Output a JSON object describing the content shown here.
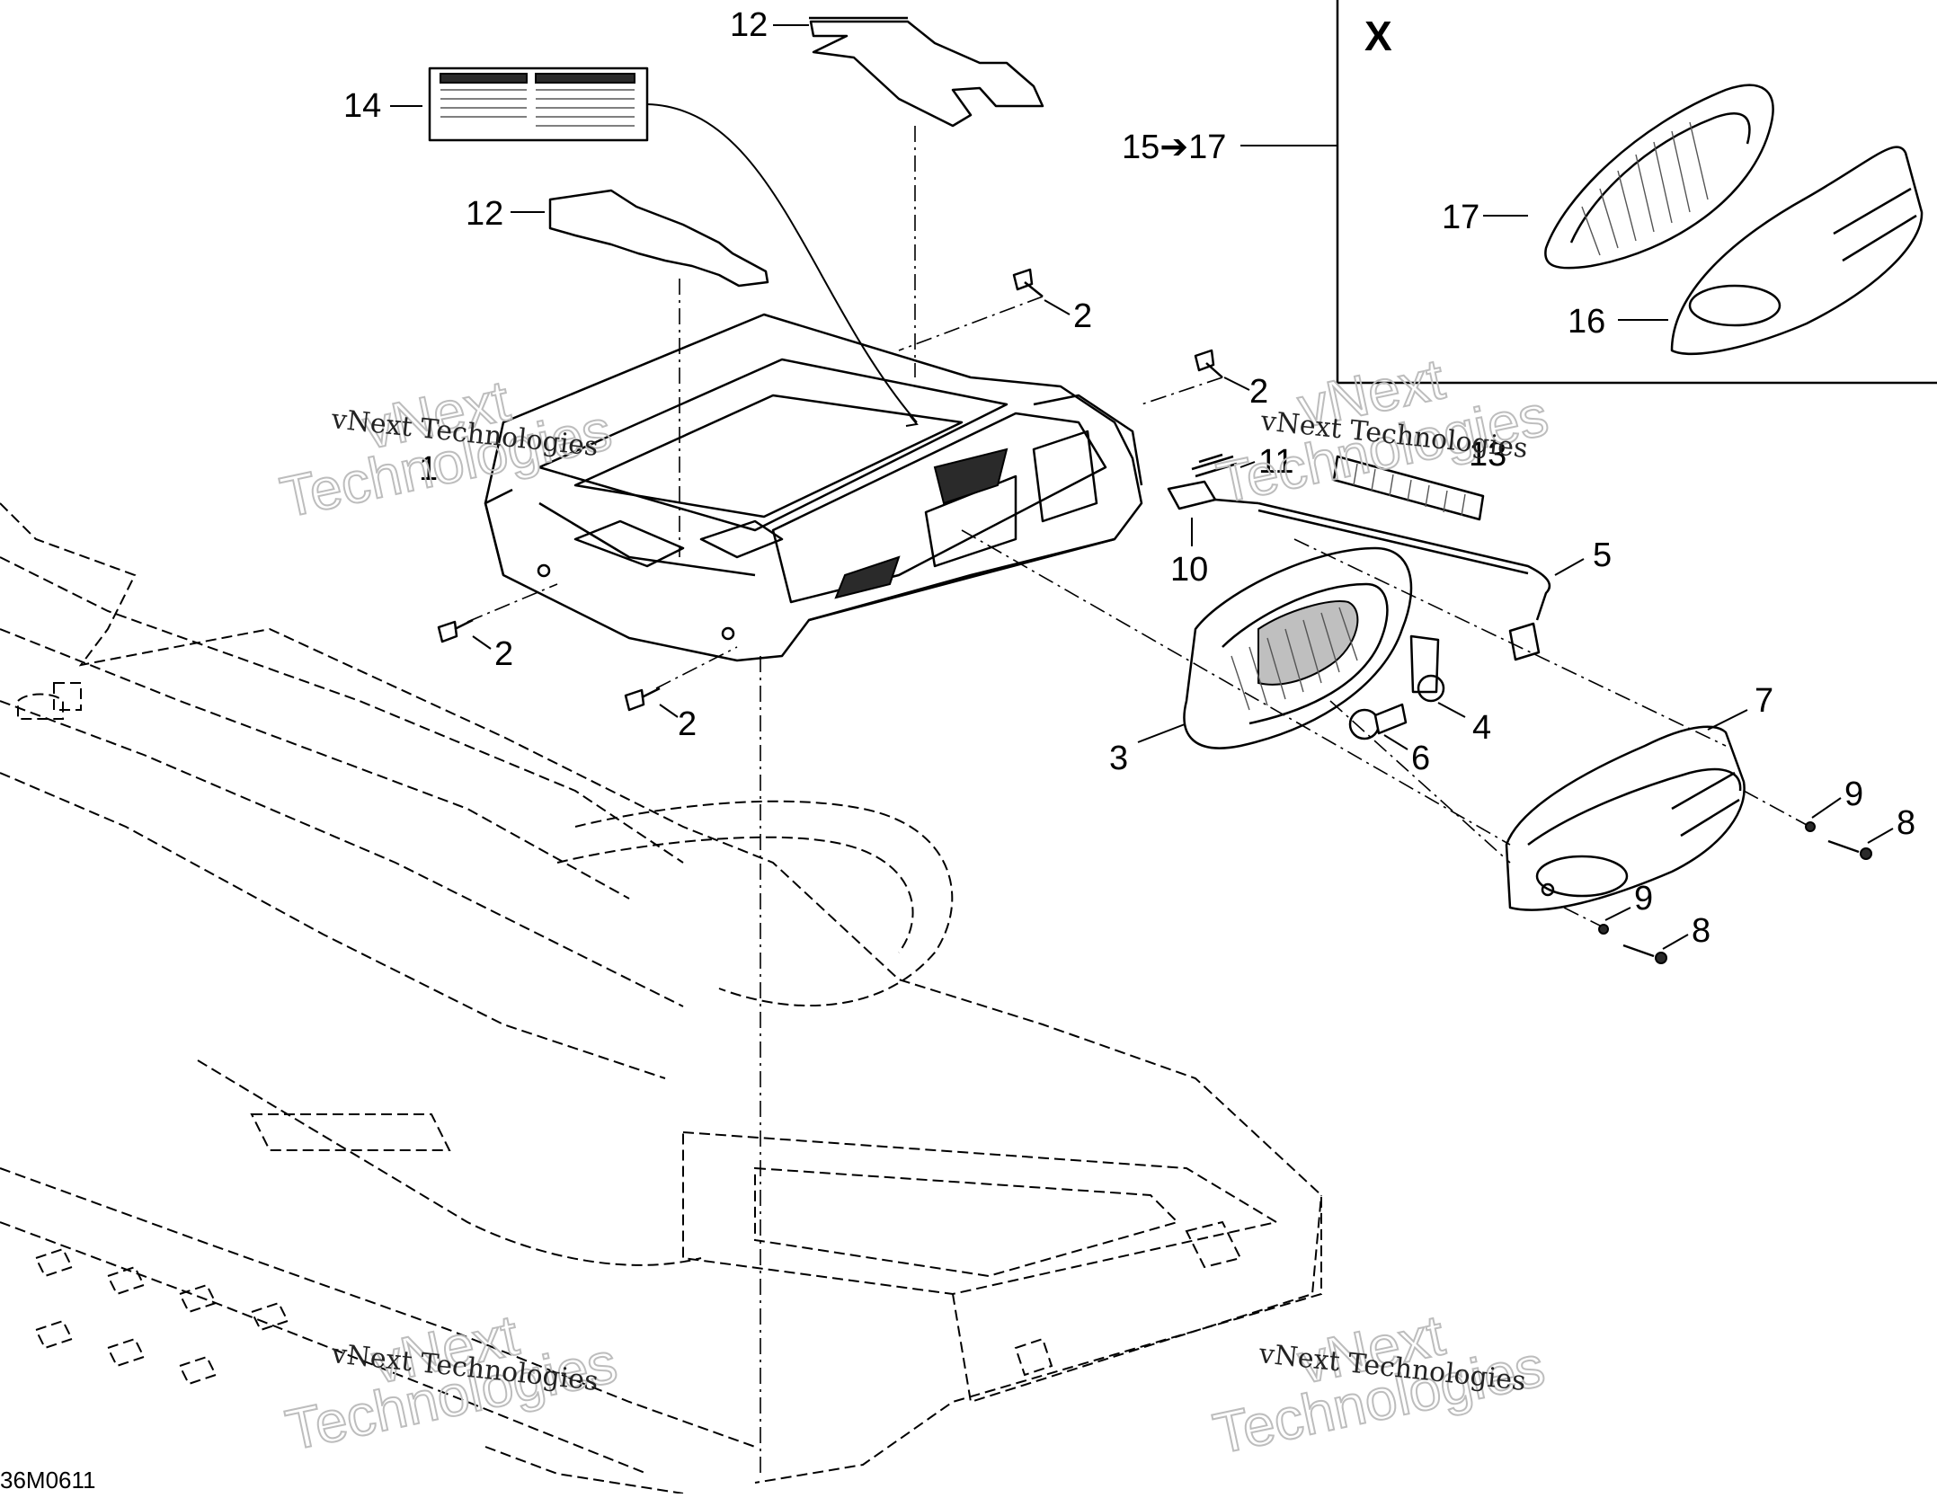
{
  "callouts": {
    "c12a": "12",
    "c14": "14",
    "c12b": "12",
    "c2a": "2",
    "c2b": "2",
    "c2c": "2",
    "c2d": "2",
    "c1": "1",
    "c13": "13",
    "c11": "11",
    "c10": "10",
    "c5": "5",
    "c3": "3",
    "c4": "4",
    "c6": "6",
    "c7": "7",
    "c9a": "9",
    "c8a": "8",
    "c9b": "9",
    "c8b": "8",
    "c17": "17",
    "c16": "16",
    "c15to17": "15➔17"
  },
  "inset": {
    "label": "X"
  },
  "watermark": {
    "text_small": "vNext Technologies",
    "text_big_1": "vNext",
    "text_big_2": "Technologies"
  },
  "figure_code": "36M0611"
}
